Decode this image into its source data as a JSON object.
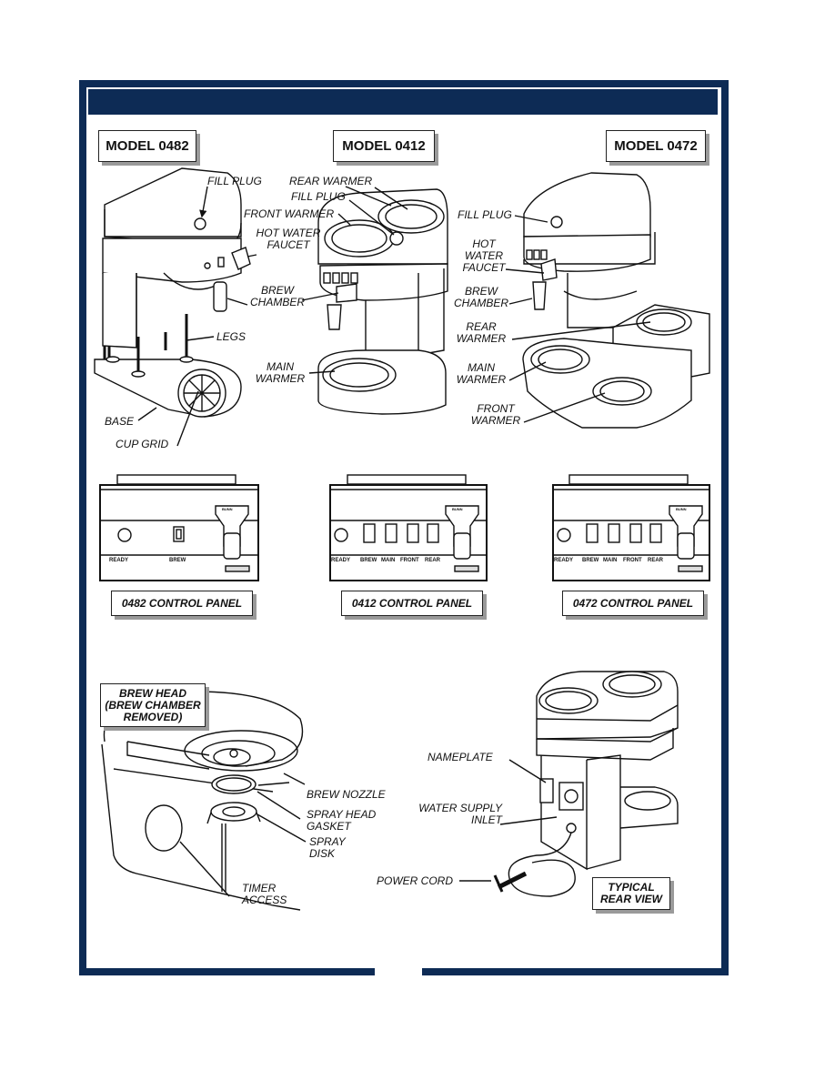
{
  "models": {
    "m0482": "MODEL 0482",
    "m0412": "MODEL 0412",
    "m0472": "MODEL 0472"
  },
  "labels_0482": {
    "fill_plug": "FILL PLUG",
    "hot_water_faucet_1": "HOT WATER",
    "hot_water_faucet_2": "FAUCET",
    "brew_chamber_1": "BREW",
    "brew_chamber_2": "CHAMBER",
    "legs": "LEGS",
    "base": "BASE",
    "cup_grid": "CUP GRID"
  },
  "labels_0412": {
    "rear_warmer": "REAR WARMER",
    "fill_plug": "FILL PLUG",
    "front_warmer": "FRONT WARMER",
    "main_warmer_1": "MAIN",
    "main_warmer_2": "WARMER"
  },
  "labels_0472": {
    "fill_plug": "FILL PLUG",
    "hot_water_faucet_1": "HOT",
    "hot_water_faucet_2": "WATER",
    "hot_water_faucet_3": "FAUCET",
    "brew_chamber_1": "BREW",
    "brew_chamber_2": "CHAMBER",
    "rear_warmer_1": "REAR",
    "rear_warmer_2": "WARMER",
    "main_warmer_1": "MAIN",
    "main_warmer_2": "WARMER",
    "front_warmer_1": "FRONT",
    "front_warmer_2": "WARMER"
  },
  "control_panels": {
    "p0482": {
      "title": "0482 CONTROL PANEL",
      "switches": [
        "READY",
        "BREW"
      ]
    },
    "p0412": {
      "title": "0412 CONTROL PANEL",
      "switches": [
        "READY",
        "BREW",
        "MAIN",
        "FRONT",
        "REAR"
      ]
    },
    "p0472": {
      "title": "0472 CONTROL PANEL",
      "switches": [
        "READY",
        "BREW",
        "MAIN",
        "FRONT",
        "REAR"
      ]
    },
    "faucet_badge": "BUNN"
  },
  "brew_head": {
    "title_1": "BREW HEAD",
    "title_2": "(BREW CHAMBER",
    "title_3": "REMOVED)",
    "brew_nozzle": "BREW NOZZLE",
    "spray_head_gasket_1": "SPRAY HEAD",
    "spray_head_gasket_2": "GASKET",
    "spray_disk_1": "SPRAY",
    "spray_disk_2": "DISK",
    "timer_access_1": "TIMER",
    "timer_access_2": "ACCESS"
  },
  "rear_view": {
    "title_1": "TYPICAL",
    "title_2": "REAR VIEW",
    "nameplate": "NAMEPLATE",
    "water_supply_1": "WATER SUPPLY",
    "water_supply_2": "INLET",
    "power_cord": "POWER CORD"
  }
}
